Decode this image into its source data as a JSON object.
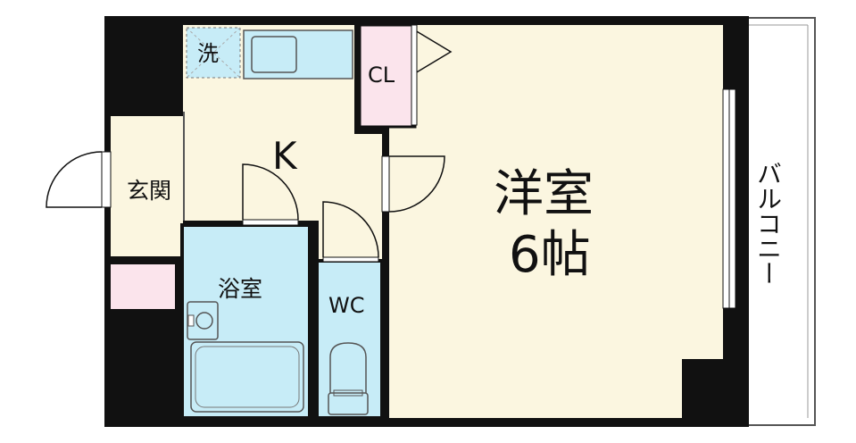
{
  "floorplan": {
    "rooms": {
      "western_room": {
        "name": "洋室",
        "size": "6帖"
      },
      "kitchen": "K",
      "entrance": "玄関",
      "bathroom": "浴室",
      "toilet": "WC",
      "closet": "CL",
      "laundry": "洗",
      "balcony": "バルコニー"
    },
    "colors": {
      "wall": "#111111",
      "floor": "#fbf6e0",
      "water_area": "#c7ecf7",
      "closet": "#fbe4ec",
      "balcony": "#ffffff"
    }
  }
}
